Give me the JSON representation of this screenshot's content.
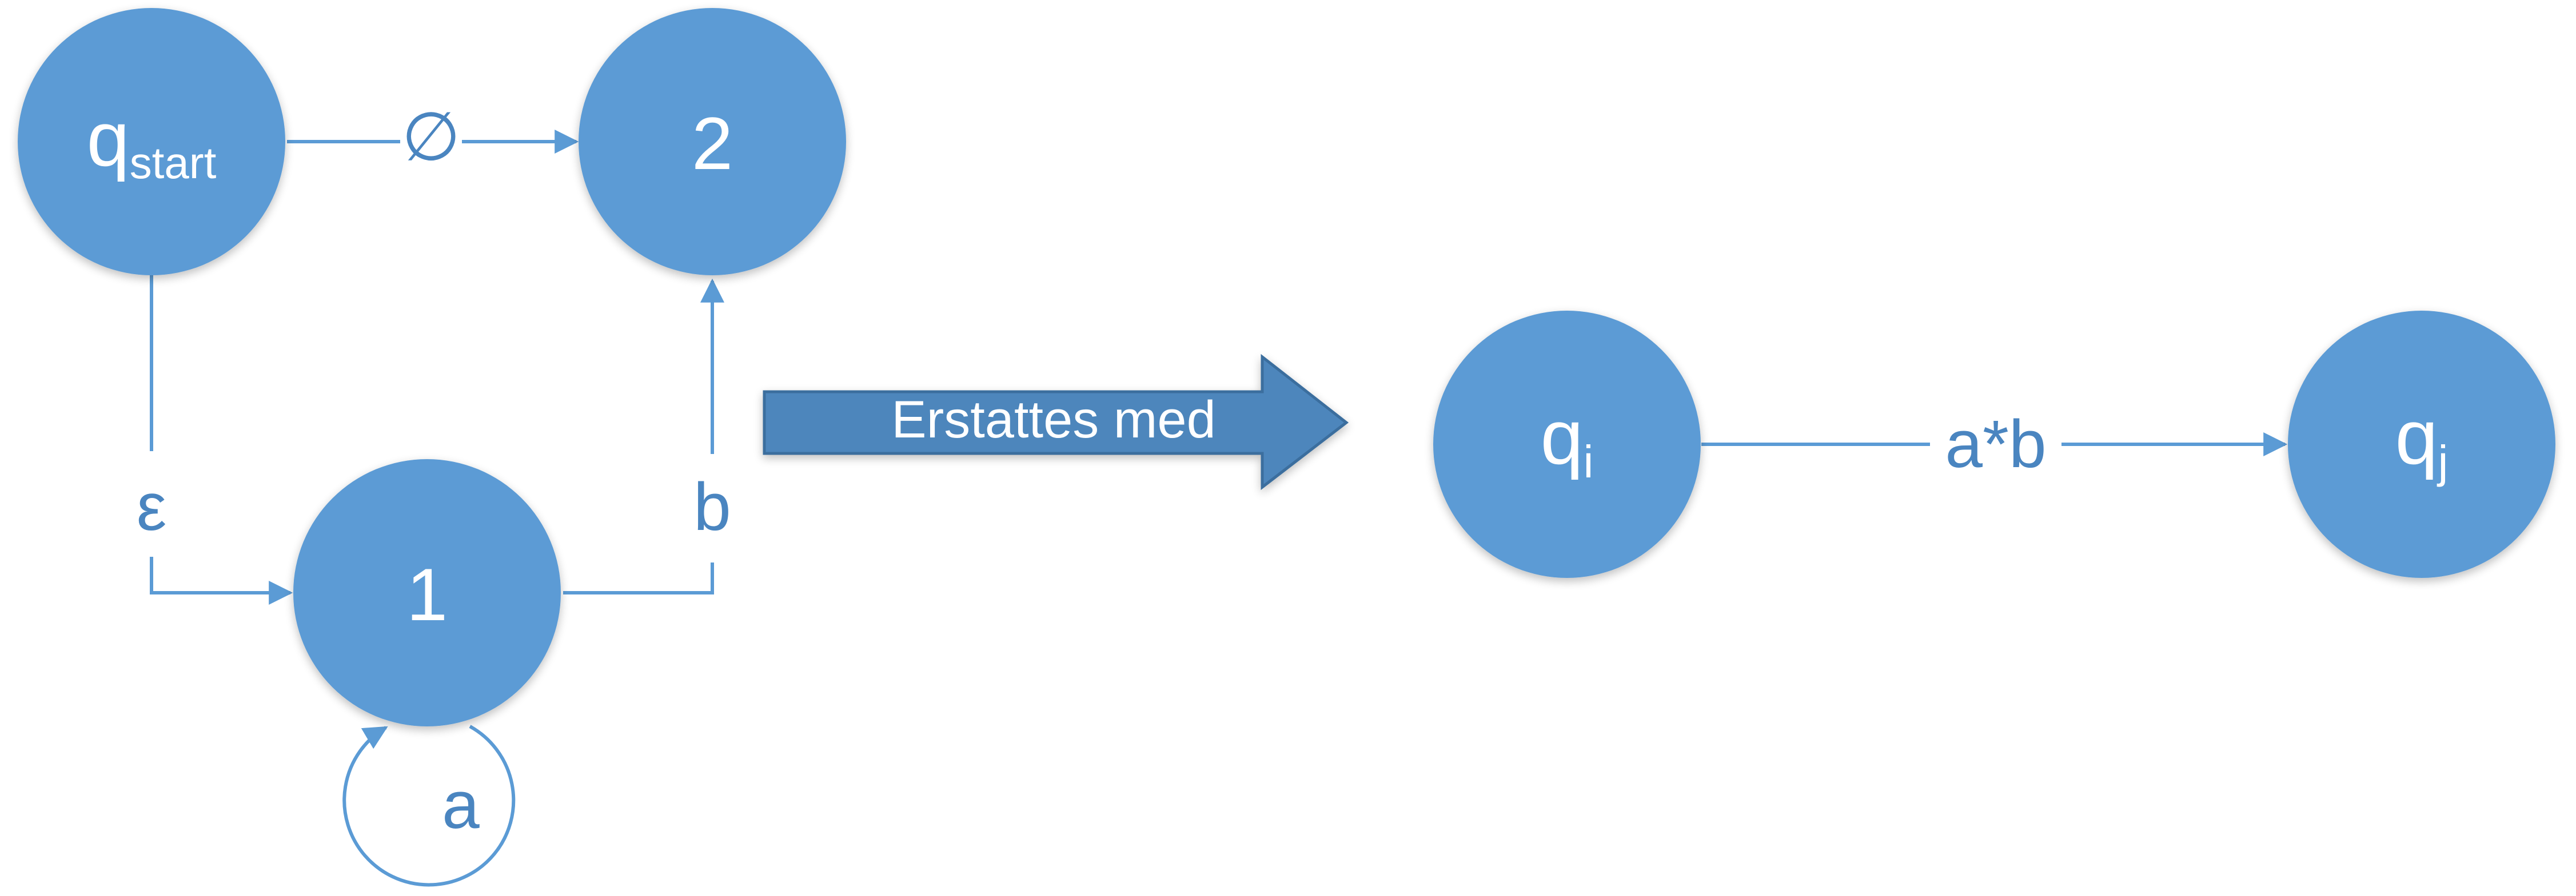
{
  "colors": {
    "node_fill": "#5B9BD5",
    "edge": "#5B9BD5",
    "label": "#4A85C0",
    "arrow_fill": "#4E86BC",
    "arrow_stroke": "#3A6E9E",
    "text_on_fill": "#FFFFFF"
  },
  "left_automaton": {
    "states": {
      "start": {
        "base": "q",
        "sub": "start"
      },
      "one": {
        "label": "1"
      },
      "two": {
        "label": "2"
      }
    },
    "edges": {
      "start_to_two": "∅",
      "start_to_one": "ε",
      "one_to_two": "b",
      "one_loop": "a"
    }
  },
  "transform_arrow": {
    "label": "Erstattes med"
  },
  "right_automaton": {
    "states": {
      "qi": {
        "base": "q",
        "sub": "i"
      },
      "qj": {
        "base": "q",
        "sub": "j"
      }
    },
    "edges": {
      "qi_to_qj": "a*b"
    }
  }
}
